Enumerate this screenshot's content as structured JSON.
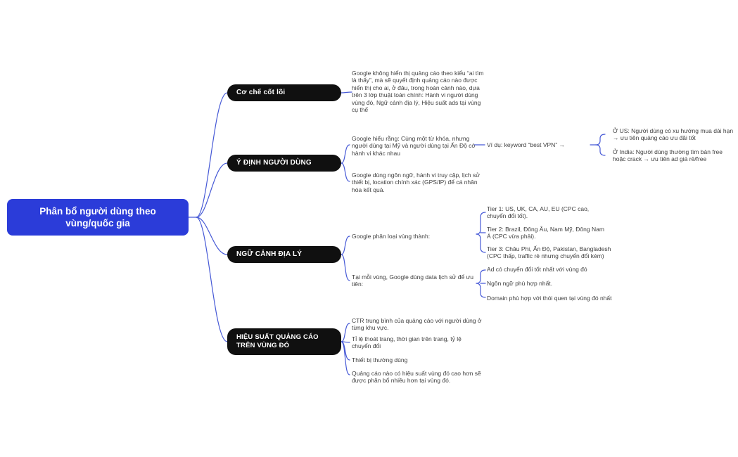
{
  "colors": {
    "root_blue": "#2b3cd9",
    "line_blue": "#4659d6",
    "node_black": "#101010",
    "leaf_text": "#3e3e3e"
  },
  "root": {
    "label": "Phân bổ người dùng theo vùng/quốc gia"
  },
  "branches": [
    {
      "label": "Cơ chế cốt lõi",
      "leaf": "Google không hiển thị quảng cáo theo kiểu “ai tìm là thấy”, mà sẽ quyết định quảng cáo nào được hiển thị cho ai, ở đâu, trong hoàn cảnh nào, dựa trên 3 lớp thuật toán chính: Hành vi người dùng vùng đó, Ngữ cảnh địa lý, Hiệu suất ads tại vùng cụ thể"
    },
    {
      "label": "Ý ĐỊNH NGƯỜI DÙNG",
      "leaves": [
        "Google hiểu rằng: Cùng một từ khóa, nhưng người dùng tại Mỹ và người dùng tại Ấn Độ có hành vi khác nhau",
        "Google dùng ngôn ngữ, hành vi truy cập, lịch sử thiết bị, location chính xác (GPS/IP) để cá nhân hóa kết quả."
      ],
      "example": "Ví dụ: keyword “best VPN” →",
      "example_children": [
        "Ở US: Người dùng có xu hướng mua dài hạn → ưu tiên quảng cáo ưu đãi tốt",
        "Ở India: Người dùng thường tìm bản free hoặc crack → ưu tiên ad giá rẻ/free"
      ]
    },
    {
      "label": "NGỮ CẢNH ĐỊA LÝ",
      "leaves": [
        "Google phân loại vùng thành:",
        "Tại mỗi vùng, Google dùng data lịch sử để ưu tiên:"
      ],
      "tiers": [
        "Tier 1: US, UK, CA, AU, EU (CPC cao, chuyển đổi tốt).",
        "Tier 2: Brazil, Đông Âu, Nam Mỹ, Đông Nam Á (CPC vừa phải).",
        "Tier 3: Châu Phi, Ấn Độ, Pakistan, Bangladesh (CPC thấp, traffic rẻ nhưng chuyển đổi kém)"
      ],
      "priorities": [
        "Ad có chuyển đổi tốt nhất với vùng đó",
        "Ngôn ngữ phù hợp nhất.",
        "Domain phù hợp với thói quen tại vùng đó nhất"
      ]
    },
    {
      "label": "HIỆU SUẤT QUẢNG CÁO TRÊN VÙNG ĐÓ",
      "leaves": [
        "CTR trung bình của quảng cáo với người dùng ở từng khu vực.",
        "Tỉ lệ thoát trang, thời gian trên trang, tỷ lệ chuyển đổi",
        "Thiết bị thường dùng",
        "Quảng cáo nào có hiệu suất vùng đó cao hơn sẽ được phân bổ nhiều hơn tại vùng đó."
      ]
    }
  ]
}
